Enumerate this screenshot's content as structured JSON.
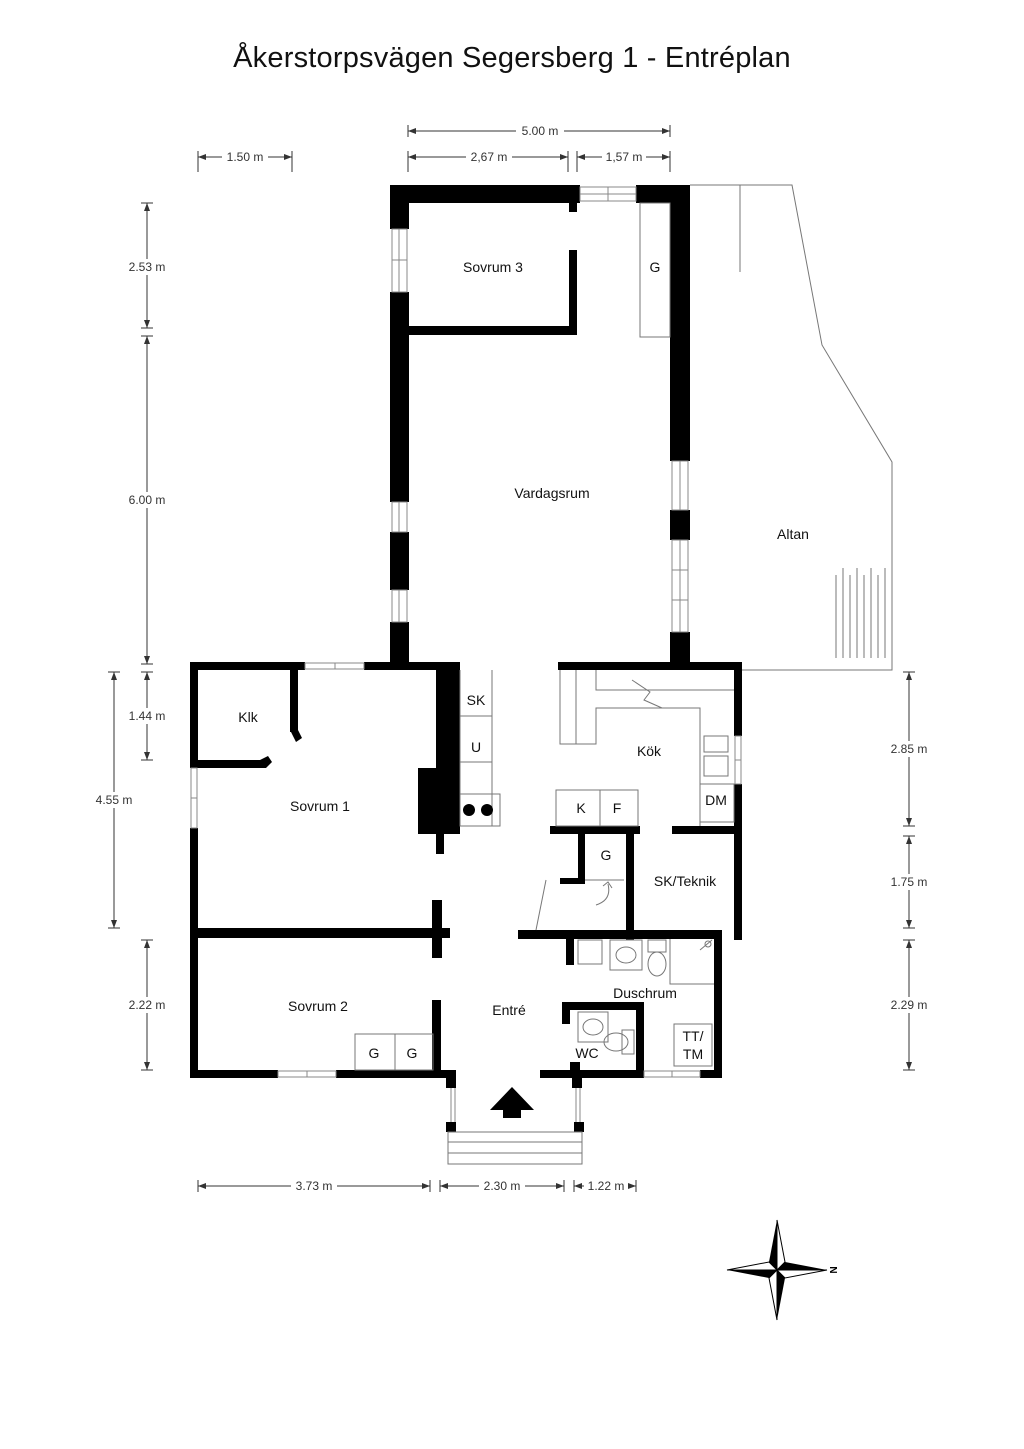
{
  "title": "Åkerstorpsvägen Segersberg 1 - Entréplan",
  "rooms": {
    "sovrum3": "Sovrum 3",
    "vardagsrum": "Vardagsrum",
    "altan": "Altan",
    "klk": "Klk",
    "sovrum1": "Sovrum 1",
    "kok": "Kök",
    "sk_teknik": "SK/Teknik",
    "sovrum2": "Sovrum 2",
    "entre": "Entré",
    "duschrum": "Duschrum",
    "wc": "WC"
  },
  "fixtures": {
    "g_top": "G",
    "sk": "SK",
    "u": "U",
    "k": "K",
    "f": "F",
    "dm": "DM",
    "g_stair": "G",
    "g1": "G",
    "g2": "G",
    "tt": "TT/",
    "tm": "TM"
  },
  "dimensions": {
    "top_total": "5.00 m",
    "top_left": "2,67 m",
    "top_right": "1,57 m",
    "top_far_left": "1.50 m",
    "left_1": "2.53 m",
    "left_2": "6.00 m",
    "left_3": "1.44 m",
    "left_4": "4.55 m",
    "left_5": "2.22 m",
    "right_1": "2.85 m",
    "right_2": "1.75 m",
    "right_3": "2.29 m",
    "bottom_1": "3.73 m",
    "bottom_2": "2.30 m",
    "bottom_3": "1.22 m"
  },
  "compass": {
    "north_label": "N"
  }
}
